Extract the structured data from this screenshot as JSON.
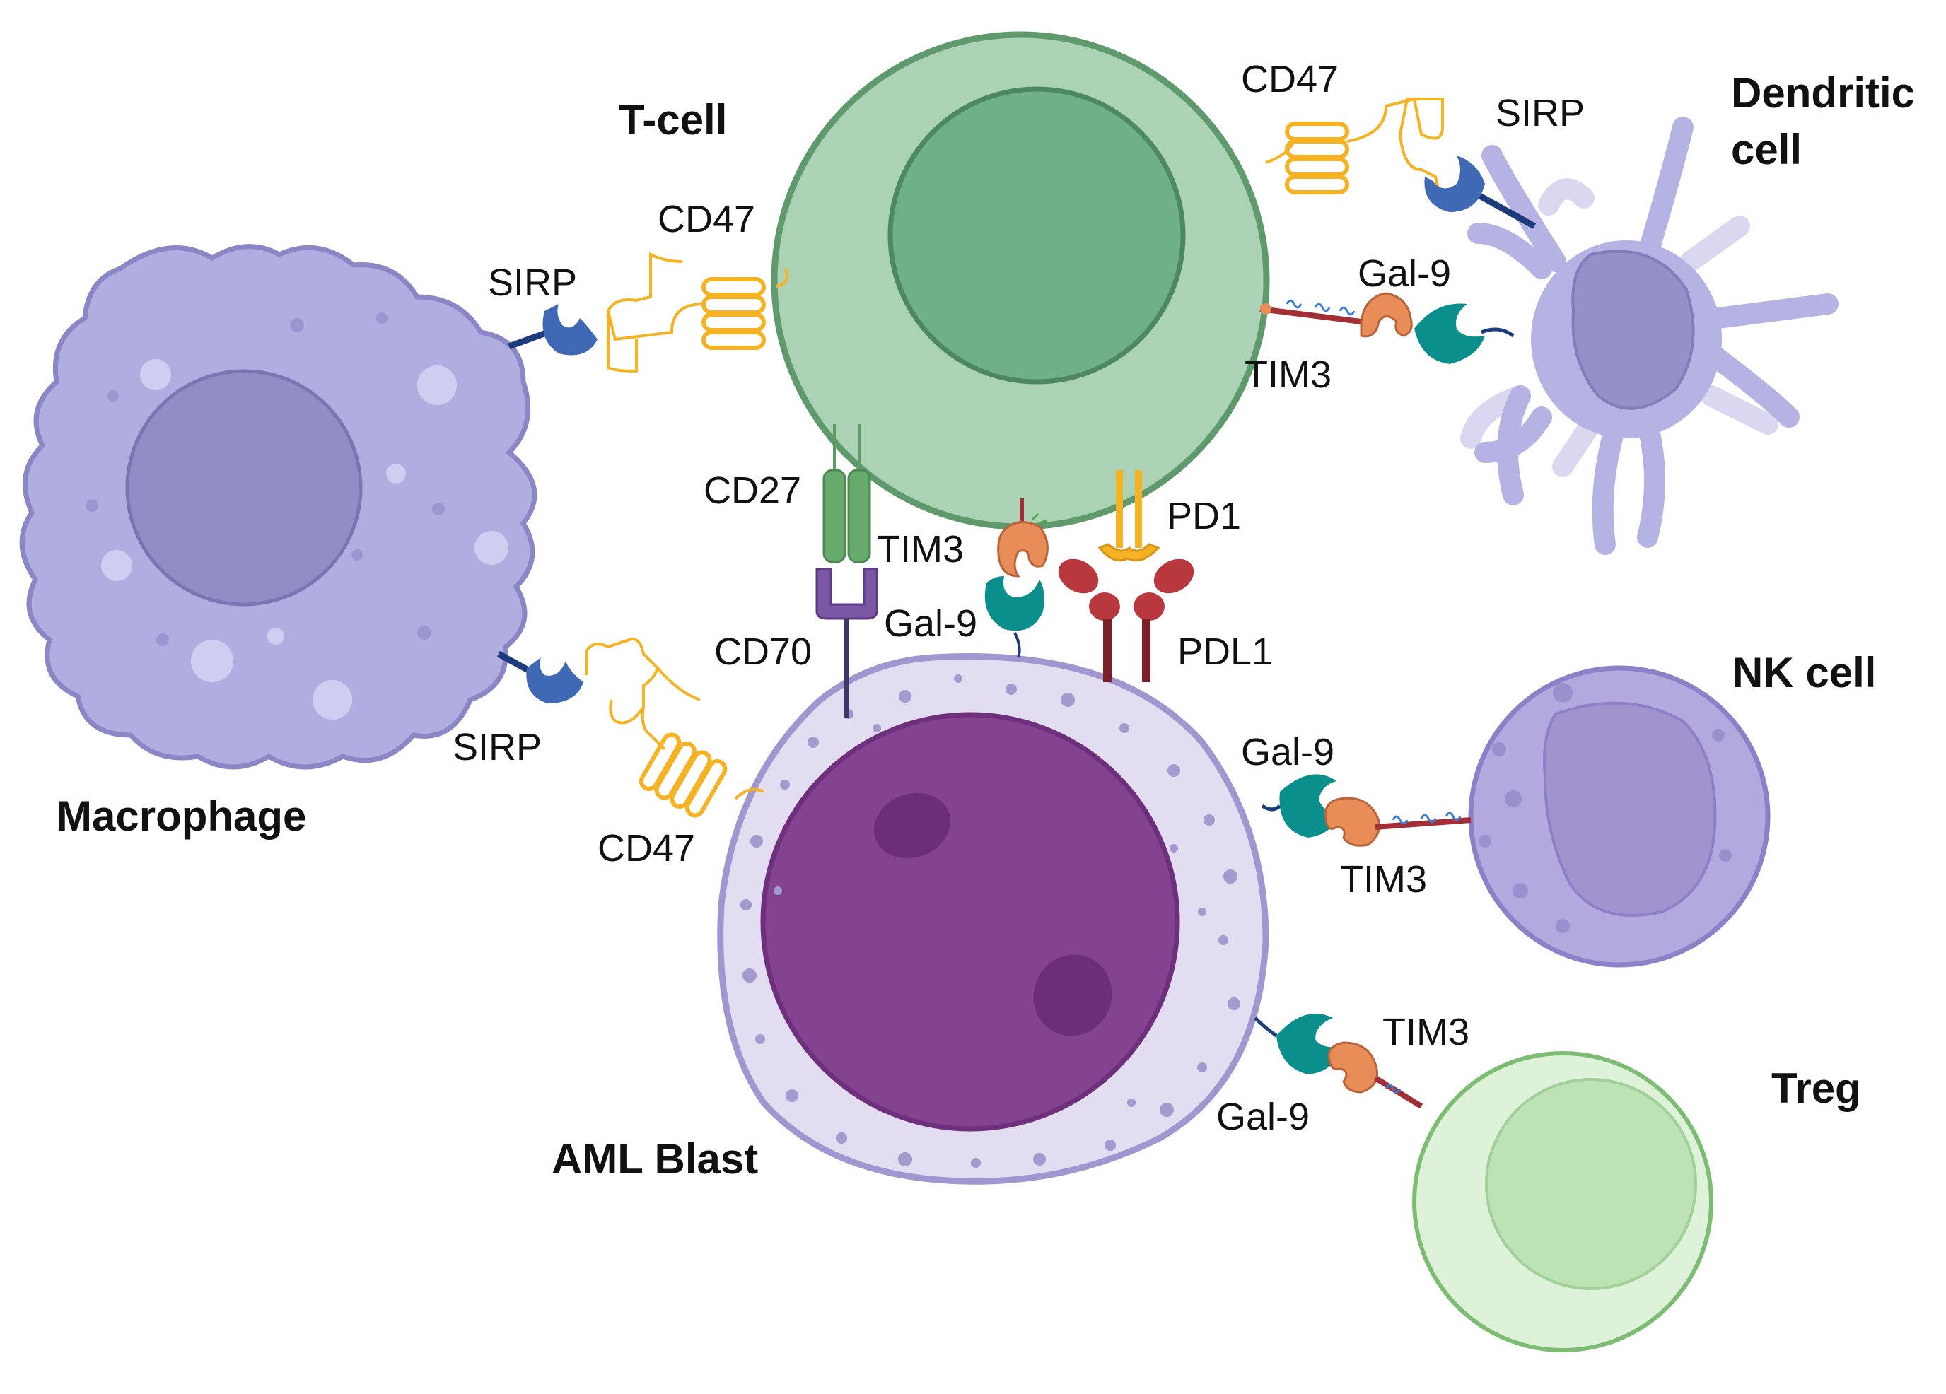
{
  "cells": {
    "t_cell": "T-cell",
    "dendritic_line1": "Dendritic",
    "dendritic_line2": "cell",
    "macrophage": "Macrophage",
    "nk_cell": "NK cell",
    "treg": "Treg",
    "aml_blast": "AML Blast"
  },
  "molecules": {
    "cd47_tcell_dc": "CD47",
    "sirp_dc": "SIRP",
    "cd47_tcell_mac": "CD47",
    "sirp_mac_top": "SIRP",
    "gal9_tcell_dc": "Gal-9",
    "tim3_tcell_dc": "TIM3",
    "cd27": "CD27",
    "tim3_tcell_aml": "TIM3",
    "pd1": "PD1",
    "gal9_tcell_aml": "Gal-9",
    "cd70": "CD70",
    "pdl1": "PDL1",
    "gal9_nk": "Gal-9",
    "tim3_nk": "TIM3",
    "sirp_mac_bottom": "SIRP",
    "cd47_aml_mac": "CD47",
    "tim3_treg": "TIM3",
    "gal9_treg": "Gal-9"
  },
  "colors": {
    "t_cell_outer": "#abd2b5",
    "t_cell_nucleus": "#6fb08a",
    "macrophage": "#b0aee0",
    "macrophage_nucleus": "#918dc6",
    "dendritic": "#b5b2e4",
    "nk_cell": "#b4a9de",
    "treg": "#ddf2d9",
    "aml_cytoplasm": "#e2ddf0",
    "aml_nucleus": "#834390",
    "cd47": "#f5b324",
    "sirp": "#3f69b5",
    "gal9": "#0b8f8d",
    "tim3": "#e88d58",
    "pdl1": "#b8383e",
    "cd27": "#66aa6c",
    "cd70": "#7c58a4"
  }
}
